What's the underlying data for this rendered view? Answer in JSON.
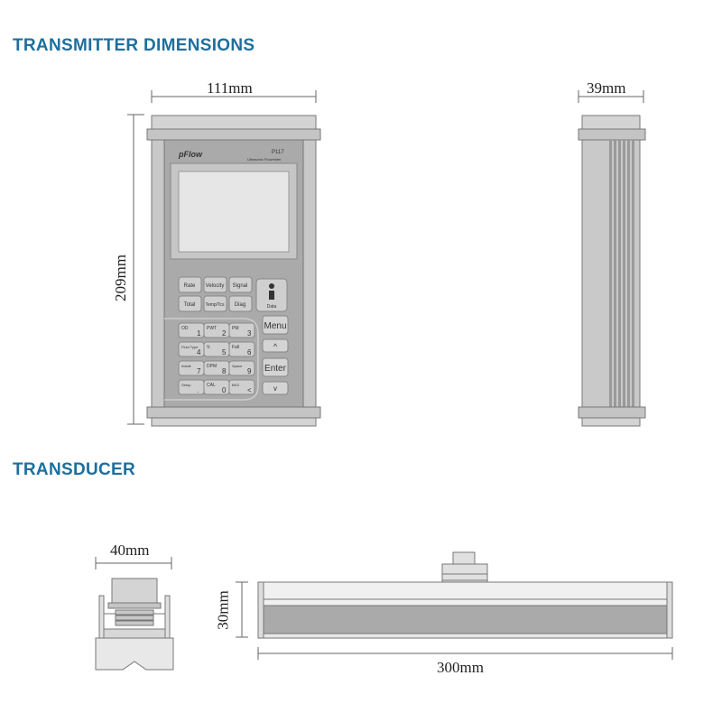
{
  "headings": {
    "transmitter": "TRANSMITTER DIMENSIONS",
    "transducer": "TRANSDUCER"
  },
  "dimensions": {
    "transmitter_width": "111mm",
    "transmitter_height": "209mm",
    "transmitter_depth": "39mm",
    "transducer_width": "40mm",
    "transducer_height": "30mm",
    "transducer_length": "300mm"
  },
  "device": {
    "brand": "pFlow",
    "model": "P117",
    "subtitle": "Ultrasonic Flowmeter",
    "function_keys": [
      "Rate",
      "Velocity",
      "Signal",
      "Total",
      "Temp/Tcs",
      "Diag"
    ],
    "data_key": "Data",
    "numeric_keys": [
      {
        "top": "OD",
        "digit": "1"
      },
      {
        "top": "PWT",
        "digit": "2"
      },
      {
        "top": "PM",
        "digit": "3"
      },
      {
        "top": "Fluid Type",
        "digit": "4"
      },
      {
        "top": "V.",
        "digit": "5"
      },
      {
        "top": "Fall",
        "digit": "6"
      },
      {
        "top": "Install",
        "digit": "7"
      },
      {
        "top": "DPM",
        "digit": "8"
      },
      {
        "top": "Space",
        "digit": "9"
      },
      {
        "top": "Setup",
        "digit": "."
      },
      {
        "top": "CAL",
        "digit": "0"
      },
      {
        "top": "BKS",
        "digit": "<"
      }
    ],
    "nav_keys": [
      "Menu",
      "^",
      "Enter",
      "v"
    ]
  },
  "colors": {
    "heading": "#1d6f9e",
    "device_body": "#aaaaaa",
    "outline": "#777777"
  }
}
